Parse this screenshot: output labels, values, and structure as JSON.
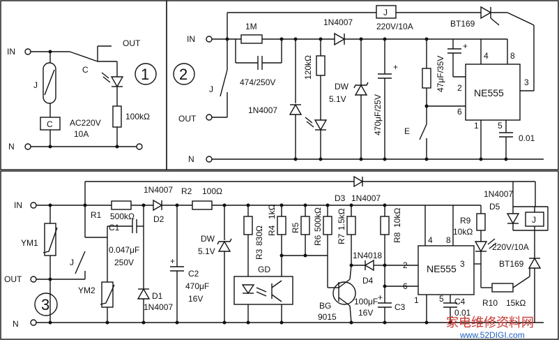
{
  "panel1": {
    "number": "1",
    "in": "IN",
    "n": "N",
    "out": "OUT",
    "j": "J",
    "c_contact": "C",
    "c_coil": "C",
    "coil_rating_1": "AC220V",
    "coil_rating_2": "10A",
    "resistor": "100kΩ"
  },
  "panel2": {
    "number": "2",
    "in": "IN",
    "out": "OUT",
    "n": "N",
    "j": "J",
    "relay_j": "J",
    "relay_rating": "220V/10A",
    "scr": "BT169",
    "r_1m": "1M",
    "cap_474": "474/250V",
    "d_top": "1N4007",
    "d_left": "1N4007",
    "r_120k": "120kΩ",
    "dw": "DW",
    "dw_v": "5.1V",
    "cap_470": "470μF/25V",
    "cap_47": "47μF/35V",
    "ic": "NE555",
    "pin2": "2",
    "pin3": "3",
    "pin4": "4",
    "pin5": "5",
    "pin6": "6",
    "pin8": "8",
    "pin1": "1",
    "switch_e": "E",
    "cap_001": "0.01"
  },
  "panel3": {
    "number": "3",
    "in": "IN",
    "out": "OUT",
    "n": "N",
    "ym1": "YM1",
    "ym2": "YM2",
    "j": "J",
    "r1": "R1",
    "r1_v": "500kΩ",
    "c1": "C1",
    "c1_v1": "0.047μF",
    "c1_v2": "250V",
    "d2_part": "1N4007",
    "d2": "D2",
    "d1": "D1",
    "d1_part": "1N4007",
    "r2": "R2",
    "r2_v": "100Ω",
    "c2": "C2",
    "c2_v1": "470μF",
    "c2_v2": "16V",
    "dw": "DW",
    "dw_v": "5.1V",
    "r3": "R3",
    "r3_v": "830Ω",
    "r4": "R4",
    "r4_v": "1kΩ",
    "r5": "R5",
    "r6": "R6",
    "r6_v": "500kΩ",
    "r7": "R7",
    "r7_v": "1.5kΩ",
    "gd": "GD",
    "d3": "D3",
    "d3_part": "1N4007",
    "d4_part": "1N4018",
    "d4": "D4",
    "bg": "BG",
    "bg_v": "9015",
    "c3_v1": "100μF",
    "c3_v2": "16V",
    "c3": "C3",
    "r8": "R8",
    "r8_v": "10kΩ",
    "ic": "NE555",
    "pin1": "1",
    "pin2": "2",
    "pin3": "3",
    "pin4": "4",
    "pin5": "5",
    "pin6": "6",
    "pin8": "8",
    "c4": "C4",
    "c4_v": "0.01",
    "r9": "R9",
    "r9_v": "10kΩ",
    "d5_part": "1N4007",
    "d5": "D5",
    "relay_j": "J",
    "relay_rating": "220V/10A",
    "scr": "BT169",
    "r10": "R10",
    "r10_v": "15kΩ"
  },
  "watermark": {
    "title": "家电维修资料网",
    "url": "www.52DIGI.com"
  }
}
